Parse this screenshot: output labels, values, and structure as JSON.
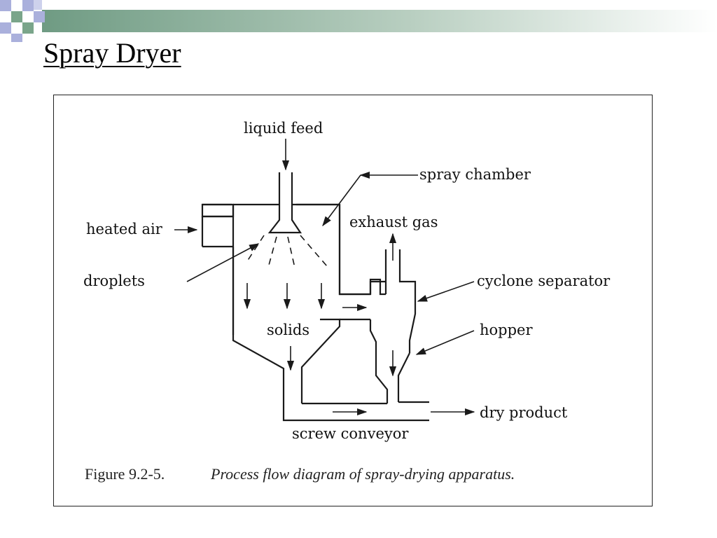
{
  "slide": {
    "title": "Spray Dryer"
  },
  "diagram": {
    "labels": {
      "liquid_feed": "liquid feed",
      "spray_chamber": "spray chamber",
      "exhaust_gas": "exhaust gas",
      "heated_air": "heated air",
      "droplets": "droplets",
      "cyclone_separator": "cyclone separator",
      "solids": "solids",
      "hopper": "hopper",
      "dry_product": "dry product",
      "screw_conveyor": "screw conveyor"
    },
    "caption": {
      "figure_number": "Figure 9.2-5.",
      "text": "Process flow diagram of spray-drying apparatus."
    }
  },
  "colors": {
    "line": "#1a1a1a",
    "topbar_dark": "#6f9b83",
    "topbar_light": "#ffffff",
    "accent_square_blue": "#aab0dc",
    "accent_square_green": "#7aa58a"
  }
}
